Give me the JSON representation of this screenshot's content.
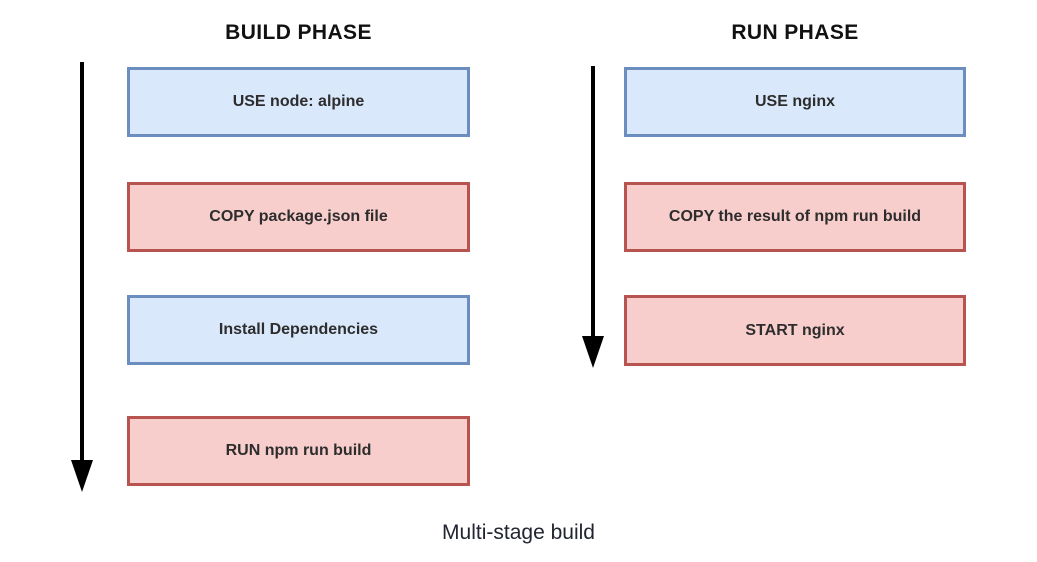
{
  "diagram": {
    "caption": "Multi-stage build",
    "columns": [
      {
        "title": "BUILD PHASE",
        "boxes": [
          {
            "label": "USE node: alpine",
            "type": "blue"
          },
          {
            "label": "COPY package.json file",
            "type": "red"
          },
          {
            "label": "Install Dependencies",
            "type": "blue"
          },
          {
            "label": "RUN npm run build",
            "type": "red"
          }
        ]
      },
      {
        "title": "RUN PHASE",
        "boxes": [
          {
            "label": "USE nginx",
            "type": "blue"
          },
          {
            "label": "COPY the result of npm run build",
            "type": "red"
          },
          {
            "label": "START nginx",
            "type": "red"
          }
        ]
      }
    ],
    "colors": {
      "blue_fill": "#dae8fc",
      "blue_border": "#6c8ebf",
      "red_fill": "#f8cecc",
      "red_border": "#b85450",
      "arrow": "#000000",
      "box_text": "#2d2d2d",
      "title_text": "#111111",
      "caption_text": "#212530"
    }
  }
}
